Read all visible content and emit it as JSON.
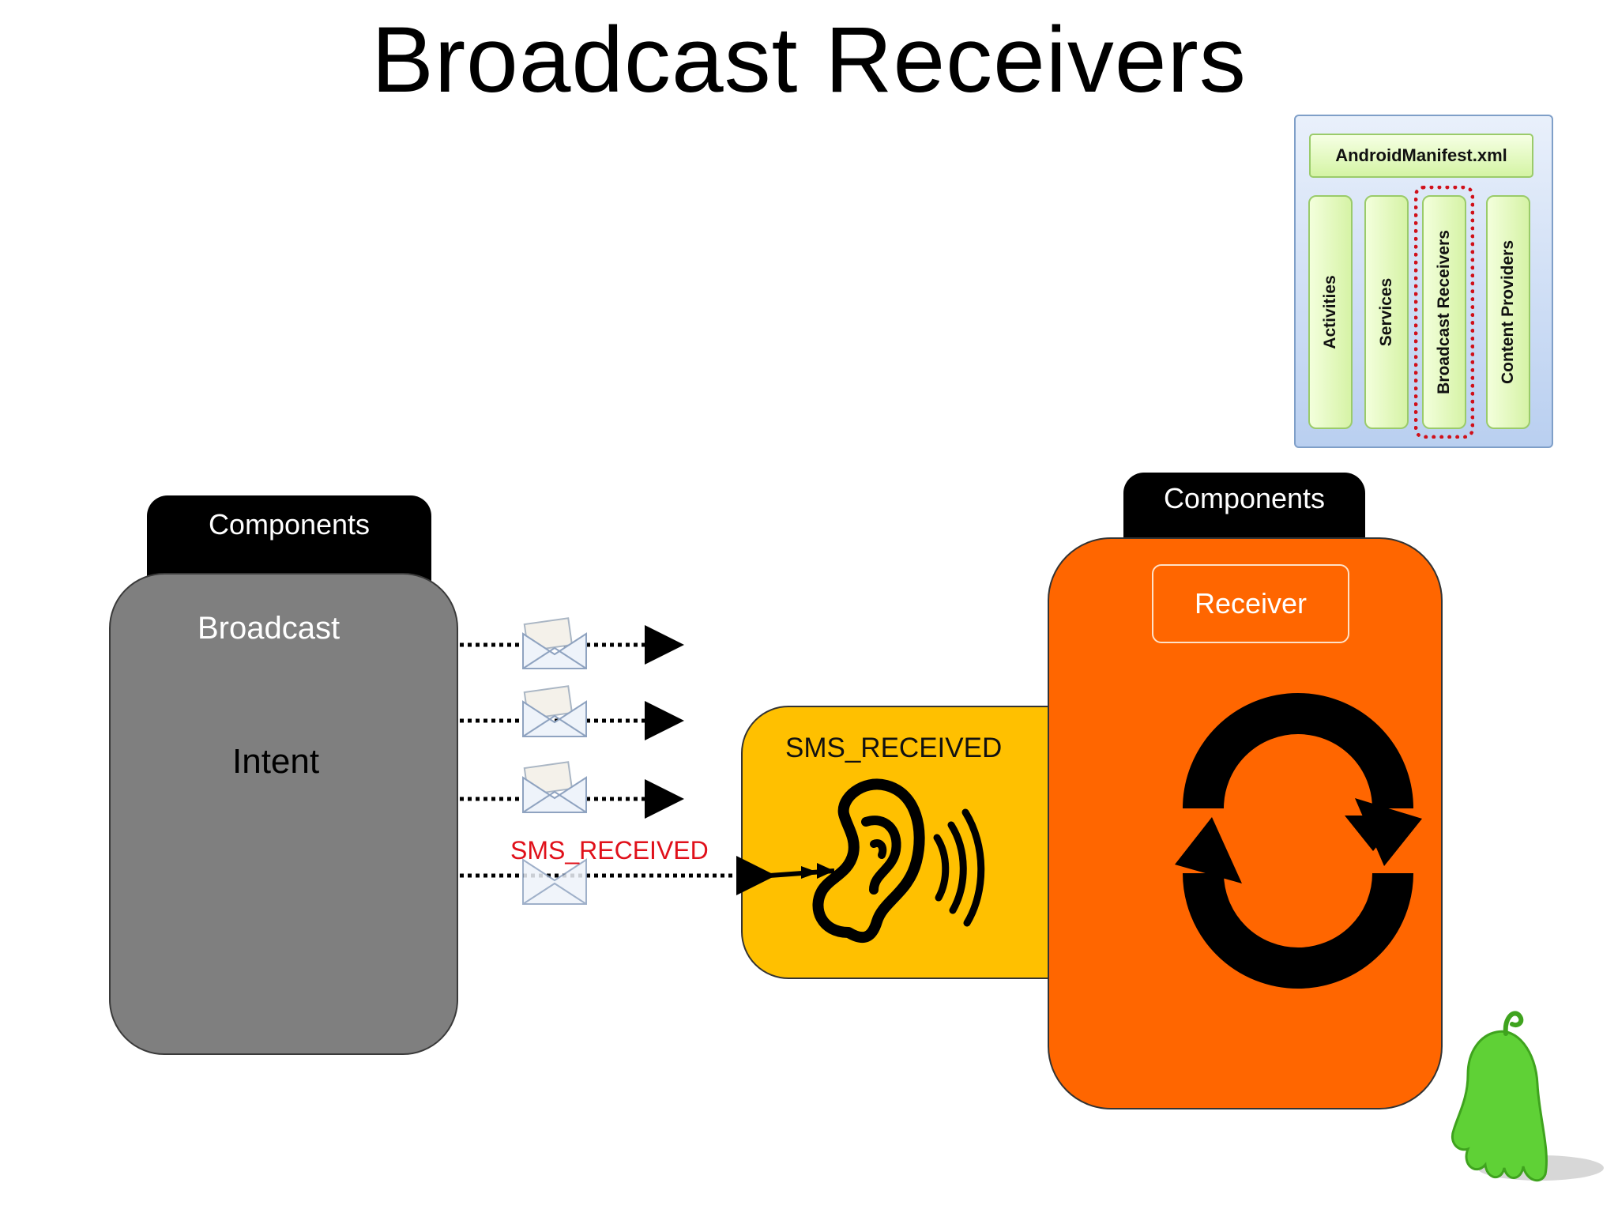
{
  "title": "Broadcast Receivers",
  "manifest": {
    "file": "AndroidManifest.xml",
    "columns": [
      "Activities",
      "Services",
      "Broadcast Receivers",
      "Content Providers"
    ],
    "highlighted": "Broadcast Receivers"
  },
  "left_component": {
    "tab": "Components",
    "title": "Broadcast",
    "body": "Intent"
  },
  "arrows": {
    "count": 4,
    "highlighted_label": "SMS_RECEIVED"
  },
  "listener": {
    "label": "SMS_RECEIVED",
    "icon": "ear-icon"
  },
  "right_component": {
    "tab": "Components",
    "receiver": "Receiver",
    "icon": "refresh-cycle-icon"
  },
  "colors": {
    "broadcast": "#7f7f7f",
    "listener": "#ffc000",
    "receiver": "#ff6600",
    "highlight": "#d0101a",
    "mascot": "#5fd136"
  }
}
